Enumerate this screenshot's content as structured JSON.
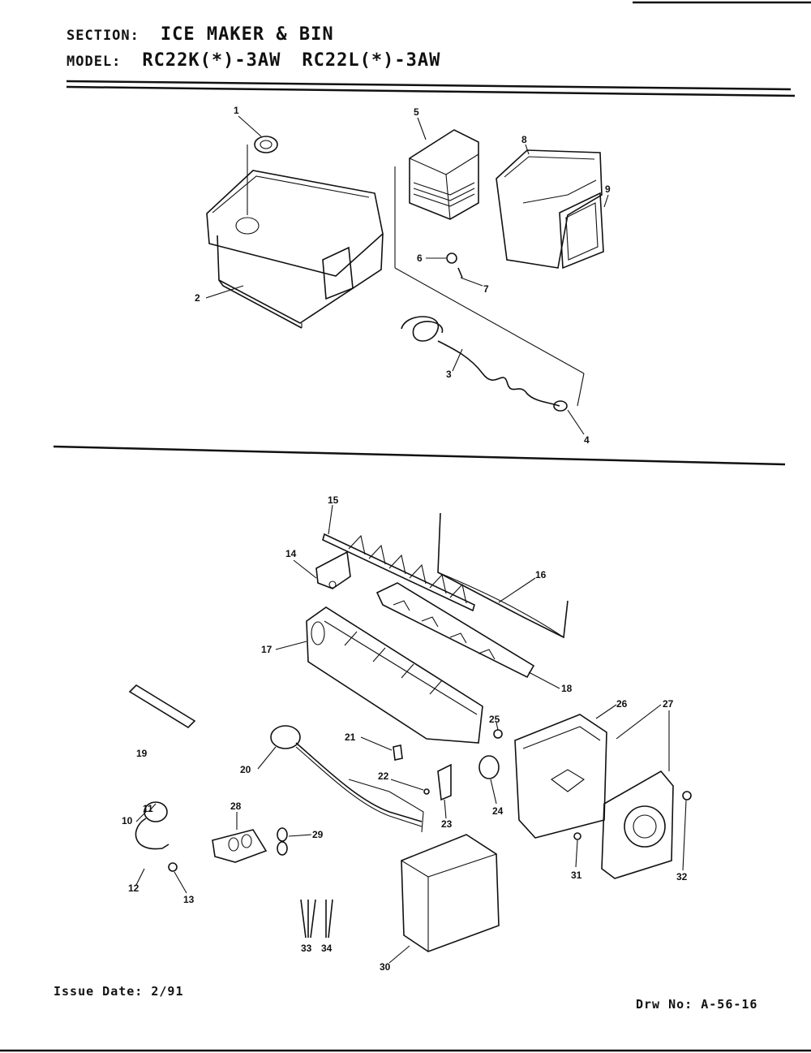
{
  "header": {
    "section_label": "SECTION:",
    "section_value": "ICE MAKER & BIN",
    "model_label": "MODEL:",
    "model_value_1": "RC22K(*)-3AW",
    "model_value_2": "RC22L(*)-3AW"
  },
  "footer": {
    "issue_date": "Issue Date: 2/91",
    "drawing_no": "Drw No: A-56-16"
  },
  "callouts": {
    "c1": "1",
    "c2": "2",
    "c3": "3",
    "c4": "4",
    "c5": "5",
    "c6": "6",
    "c7": "7",
    "c8": "8",
    "c9": "9",
    "c10": "10",
    "c11": "11",
    "c12": "12",
    "c13": "13",
    "c14": "14",
    "c15": "15",
    "c16": "16",
    "c17": "17",
    "c18": "18",
    "c19": "19",
    "c20": "20",
    "c21": "21",
    "c22": "22",
    "c23": "23",
    "c24": "24",
    "c25": "25",
    "c26": "26",
    "c27": "27",
    "c28": "28",
    "c29": "29",
    "c30": "30",
    "c31": "31",
    "c32": "32",
    "c33": "33",
    "c34": "34"
  }
}
